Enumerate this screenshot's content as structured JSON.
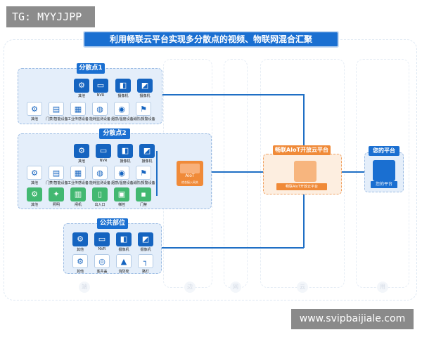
{
  "tag": "TG: MYYJJPP",
  "title": "利用畅联云平台实现多分散点的视频、物联网混合汇聚",
  "watermark": "www.svipbaijiale.com",
  "group1": {
    "label": "分散点1",
    "top_row": [
      {
        "label": "其他",
        "icon": "gear-icon"
      },
      {
        "label": "NVR",
        "icon": "nvr-icon"
      },
      {
        "label": "摄像机",
        "icon": "camera-icon"
      },
      {
        "label": "摄像机",
        "icon": "dome-camera-icon"
      }
    ],
    "bottom_row": [
      {
        "label": "其他",
        "icon": "gear-icon"
      },
      {
        "label": "门禁/智能设备",
        "icon": "access-icon"
      },
      {
        "label": "工业传感设备",
        "icon": "sensor-icon"
      },
      {
        "label": "能耗监测设备",
        "icon": "meter-icon"
      },
      {
        "label": "烟感/温度设备",
        "icon": "smoke-icon"
      },
      {
        "label": "消防/报警设备",
        "icon": "alarm-icon"
      }
    ]
  },
  "group2": {
    "label": "分散点2",
    "top_row": [
      {
        "label": "其他",
        "icon": "gear-icon"
      },
      {
        "label": "NVR",
        "icon": "nvr-icon"
      },
      {
        "label": "摄像机",
        "icon": "camera-icon"
      },
      {
        "label": "摄像机",
        "icon": "dome-camera-icon"
      }
    ],
    "middle_row": [
      {
        "label": "其他",
        "icon": "gear-icon"
      },
      {
        "label": "门禁/智能设备",
        "icon": "access-icon"
      },
      {
        "label": "工业传感设备",
        "icon": "sensor-icon"
      },
      {
        "label": "能耗监测设备",
        "icon": "meter-icon"
      },
      {
        "label": "烟感/温度设备",
        "icon": "smoke-icon"
      },
      {
        "label": "消防/报警设备",
        "icon": "alarm-icon"
      }
    ],
    "green_row": [
      {
        "label": "其他",
        "icon": "gear-icon"
      },
      {
        "label": "照明",
        "icon": "light-icon"
      },
      {
        "label": "闸机",
        "icon": "gate-icon"
      },
      {
        "label": "出入口",
        "icon": "door-icon"
      },
      {
        "label": "梯控",
        "icon": "elevator-icon"
      },
      {
        "label": "门禁",
        "icon": "lock-icon"
      }
    ],
    "gateway": {
      "label": "AIoT",
      "sub": "综合接入网关"
    }
  },
  "group3": {
    "label": "公共部位",
    "top_row": [
      {
        "label": "其他",
        "icon": "gear-icon"
      },
      {
        "label": "NVR",
        "icon": "nvr-icon"
      },
      {
        "label": "摄像机",
        "icon": "camera-icon"
      },
      {
        "label": "摄像机",
        "icon": "dome-camera-icon"
      }
    ],
    "bottom_row": [
      {
        "label": "其他",
        "icon": "gear-icon"
      },
      {
        "label": "客井盖",
        "icon": "manhole-icon"
      },
      {
        "label": "消防栓",
        "icon": "hydrant-icon"
      },
      {
        "label": "路灯",
        "icon": "streetlight-icon"
      }
    ]
  },
  "cloud": {
    "label": "畅联AIoT开放云平台",
    "sub": "畅联AIoT开放云平台"
  },
  "platform": {
    "label": "您的平台",
    "sub": "您的平台"
  },
  "footer_circles": [
    "端",
    "边",
    "网",
    "云",
    "用"
  ]
}
